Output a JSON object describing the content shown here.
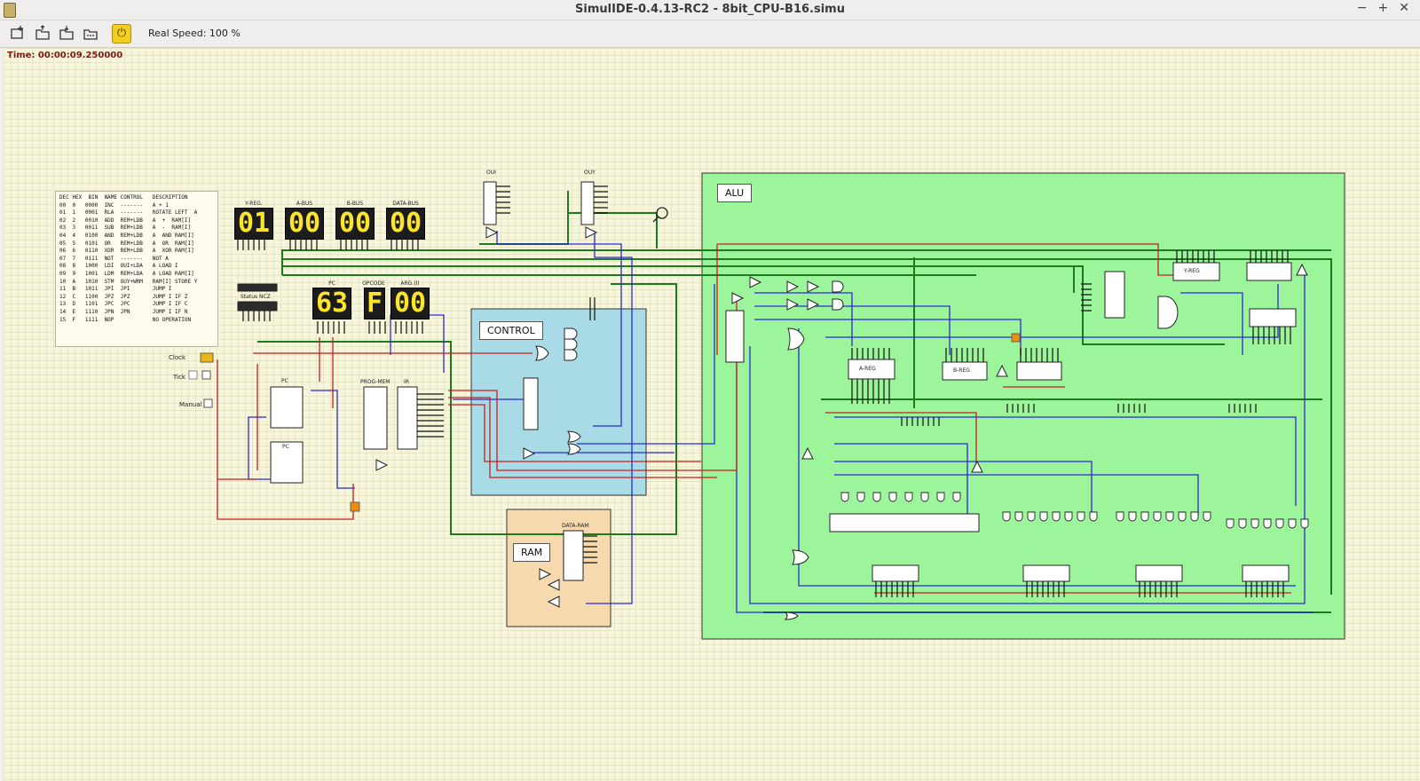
{
  "window": {
    "title": "SimulIDE-0.4.13-RC2  -  8bit_CPU-B16.simu",
    "controls": [
      "−",
      "+",
      "✕"
    ]
  },
  "toolbar": {
    "speed_text": "Real Speed: 100 %",
    "power_glyph": "⏻"
  },
  "status": {
    "time": "Time: 00:00:09.250000"
  },
  "blocks": {
    "alu": "ALU",
    "control": "CONTROL",
    "ram": "RAM"
  },
  "displays": {
    "y_reg": {
      "label": "Y-REG.",
      "value": "01"
    },
    "a_bus": {
      "label": "A-BUS",
      "value": "00"
    },
    "b_bus": {
      "label": "B-BUS",
      "value": "00"
    },
    "data_bus": {
      "label": "DATA-BUS",
      "value": "00"
    },
    "pc": {
      "label": "PC",
      "value": "63"
    },
    "opcode": {
      "label": "OPCODE",
      "value": "F"
    },
    "arg": {
      "label": "ARG.(I)",
      "value": "00"
    }
  },
  "labels": {
    "status_ncz": "Status NCZ",
    "clock": "Clock",
    "tick": "Tick",
    "manual": "Manual",
    "pc1": "PC",
    "pc2": "PC",
    "prog_mem": "PROG-MEM",
    "ir": "IR",
    "data_ram": "DATA-RAM",
    "oui": "OUI",
    "ouy": "OUY",
    "a_reg": "A-REG",
    "b_reg": "B-REG",
    "y_reg_alu": "Y-REG"
  },
  "legend": [
    "DEC HEX  BIN  NAME CONTROL   DESCRIPTION",
    "",
    "00  0   0000  INC  -------   A + 1",
    "01  1   0001  RLA  -------   ROTATE LEFT  A",
    "02  2   0010  ADD  REM+LDB   A  +  RAM[I]",
    "03  3   0011  SUB  REM+LDB   A  -  RAM[I]",
    "04  4   0100  AND  REM+LDB   A  AND RAM[I]",
    "05  5   0101  OR   REM+LDB   A  OR  RAM[I]",
    "06  6   0110  XOR  REM+LDB   A  XOR RAM[I]",
    "07  7   0111  NOT  -------   NOT A",
    "",
    "08  8   1000  LDI  OUI+LDA   A LOAD I",
    "09  9   1001  LDM  REM+LDA   A LOAD RAM[I]",
    "10  A   1010  STM  OUY+WRM   RAM[I] STORE Y",
    "11  B   1011  JPI  JPI       JUMP I",
    "12  C   1100  JPZ  JPZ       JUMP I IF Z",
    "13  D   1101  JPC  JPC       JUMP I IF C",
    "14  E   1110  JPN  JPN       JUMP I IF N",
    "15  F   1111  NOP            NO OPERATION"
  ]
}
